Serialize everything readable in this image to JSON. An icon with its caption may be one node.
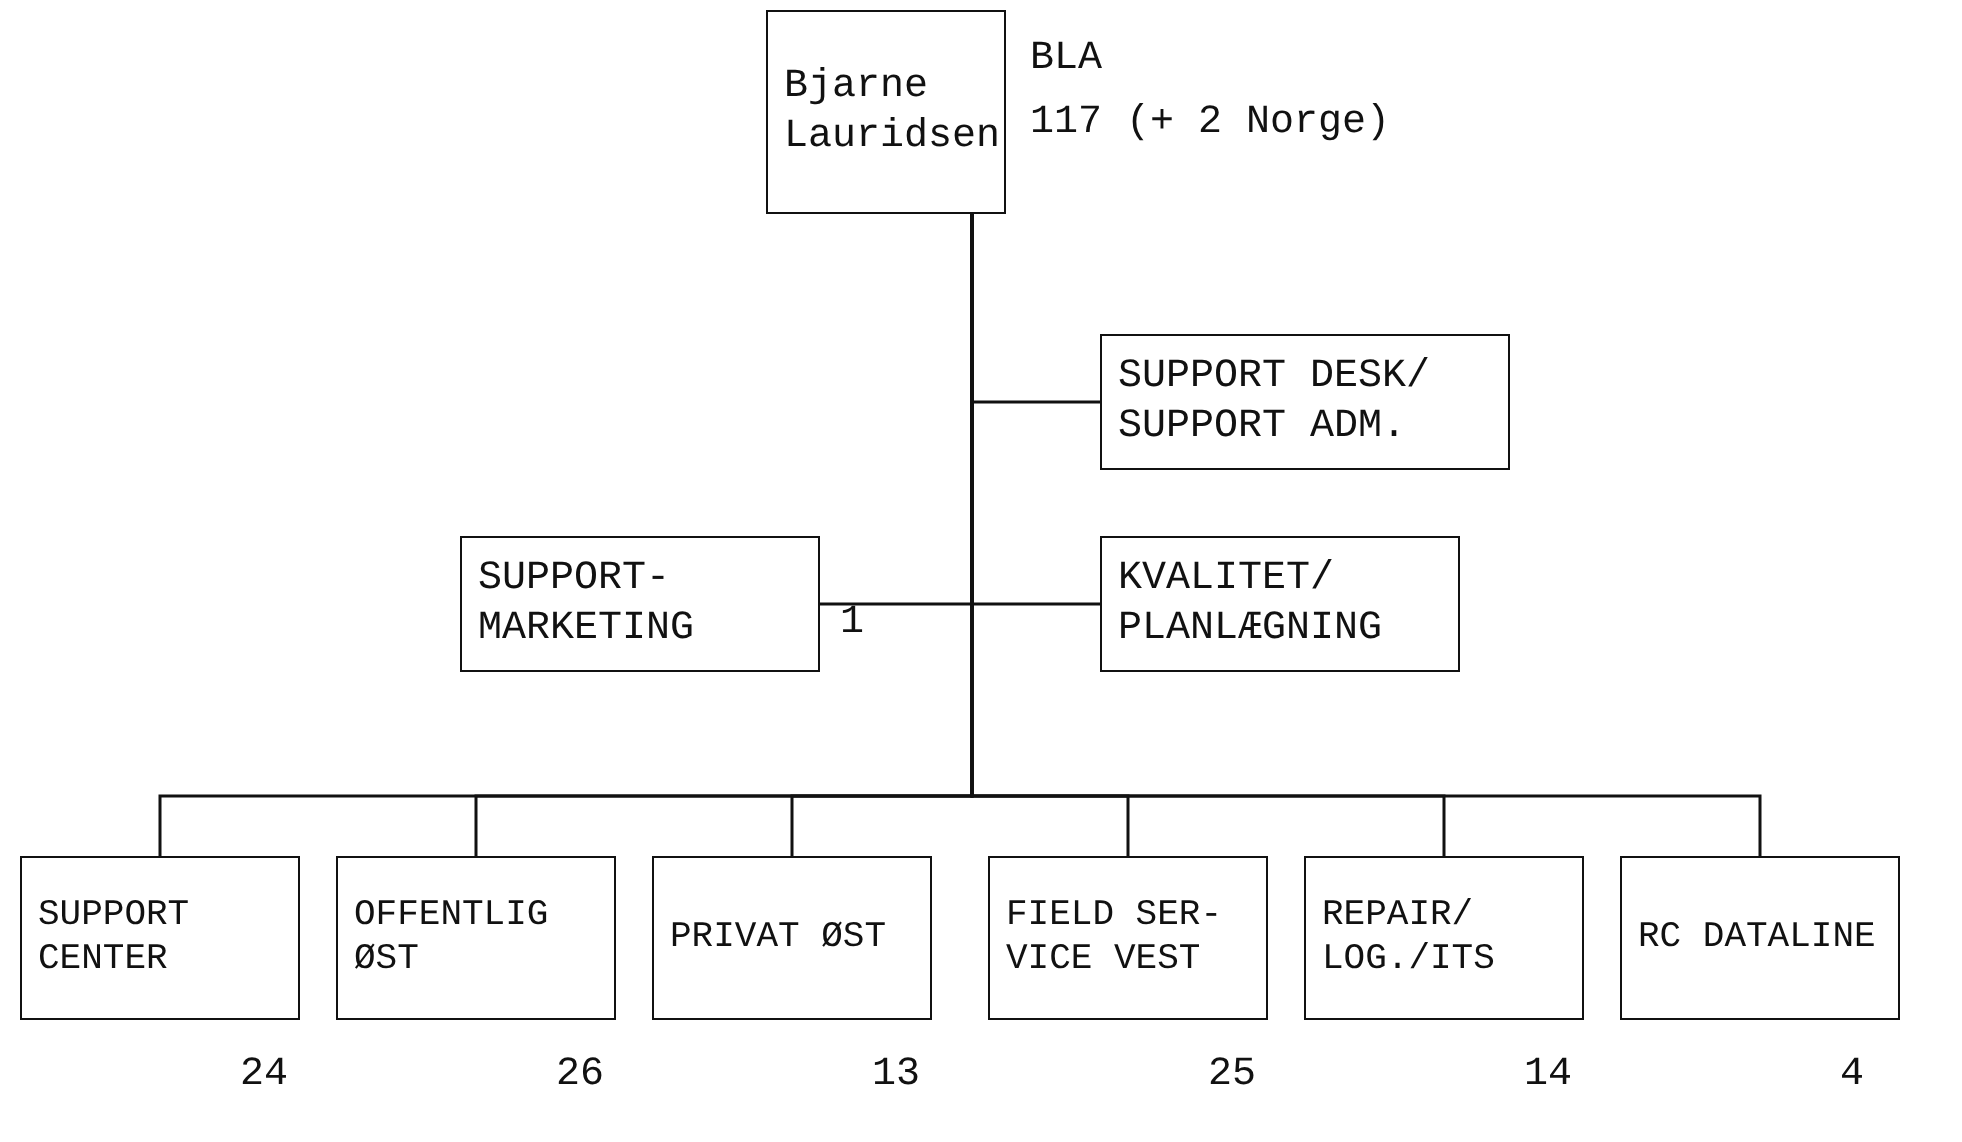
{
  "diagram": {
    "nodes": [
      {
        "text": [
          "Bjarne Lauridsen"
        ],
        "beside": [
          "BLA",
          "117 (+ 2 Norge)"
        ]
      },
      {
        "text": [
          "SUPPORT DESK/ SUPPORT ADM."
        ]
      },
      {
        "text": [
          "SUPPORT- MARKETING"
        ],
        "beside": [
          "1"
        ]
      },
      {
        "text": [
          "KVALITET/ PLANLÆGNING"
        ]
      },
      {
        "text": [
          "SUPPORT CENTER"
        ],
        "beside": [
          "24"
        ]
      },
      {
        "text": [
          "OFFENTLIG ØST"
        ],
        "beside": [
          "26"
        ]
      },
      {
        "text": [
          "PRIVAT ØST"
        ],
        "beside": [
          "13"
        ]
      },
      {
        "text": [
          "FIELD SER- VICE VEST"
        ],
        "beside": [
          "25"
        ]
      },
      {
        "text": [
          "REPAIR/ LOG./ITS"
        ],
        "beside": [
          "14"
        ]
      },
      {
        "text": [
          "RC DATALINE"
        ],
        "beside": [
          "4"
        ]
      }
    ],
    "edges": [
      {
        "from": 0,
        "to": 1,
        "arrow": "none"
      },
      {
        "from": 0,
        "to": 2,
        "arrow": "none"
      },
      {
        "from": 0,
        "to": 3,
        "arrow": "none"
      },
      {
        "from": 0,
        "to": 4,
        "arrow": "none"
      },
      {
        "from": 0,
        "to": 5,
        "arrow": "none"
      },
      {
        "from": 0,
        "to": 6,
        "arrow": "none"
      },
      {
        "from": 0,
        "to": 7,
        "arrow": "none"
      },
      {
        "from": 0,
        "to": 8,
        "arrow": "none"
      },
      {
        "from": 0,
        "to": 9,
        "arrow": "none"
      }
    ]
  }
}
